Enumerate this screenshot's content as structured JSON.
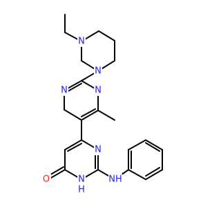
{
  "structure": {
    "atoms": [
      {
        "id": "n_pip4",
        "label": "N",
        "color": "#2020ff"
      },
      {
        "id": "n_pip1",
        "label": "N",
        "color": "#2020ff"
      },
      {
        "id": "n_pm1",
        "label": "N",
        "color": "#2020ff"
      },
      {
        "id": "n_pm3",
        "label": "N",
        "color": "#2020ff"
      },
      {
        "id": "n_b3",
        "label": "N",
        "color": "#2020ff"
      },
      {
        "id": "n_b1",
        "label": "N",
        "color": "#2020ff"
      },
      {
        "id": "n_b1_h",
        "label": "H",
        "color": "#2020ff"
      },
      {
        "id": "n_nh",
        "label": "NH",
        "color": "#2020ff"
      },
      {
        "id": "o_keto",
        "label": "O",
        "color": "#ff2020"
      }
    ],
    "bond_color": "#000000"
  }
}
